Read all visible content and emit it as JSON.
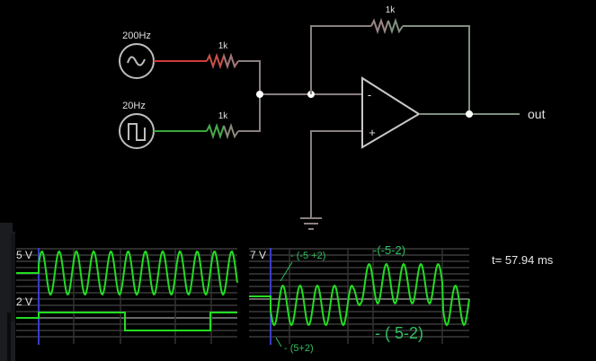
{
  "circuit": {
    "sources": [
      {
        "label": "200Hz",
        "type": "sine",
        "wire_color": "#d03a3a"
      },
      {
        "label": "20Hz",
        "type": "square",
        "wire_color": "#3aa83a"
      }
    ],
    "resistors": [
      {
        "label": "1k",
        "role": "input-200hz"
      },
      {
        "label": "1k",
        "role": "input-20hz"
      },
      {
        "label": "1k",
        "role": "feedback"
      }
    ],
    "opamp": {
      "inverting_label": "-",
      "noninverting_label": "+"
    },
    "output_label": "out",
    "wire_color": "#8a7f7f",
    "output_wire_color": "#7f8f7f"
  },
  "scopes": [
    {
      "name": "input-scope",
      "top_label": "5 V",
      "bottom_label": "2 V",
      "trace_color": "#22dd22",
      "cursor_color": "#3b3bc8"
    },
    {
      "name": "output-scope",
      "top_label": "7 V",
      "trace_color": "#22dd22",
      "cursor_color": "#3b3bc8",
      "annotations": {
        "a1": "- (-5 +2)",
        "a2": "-(-5-2)",
        "a3": "- (5+2)",
        "a4": "- ( 5-2)"
      },
      "annotation_color": "#2fbf5f"
    }
  ],
  "time_readout": "t= 57.94 ms"
}
